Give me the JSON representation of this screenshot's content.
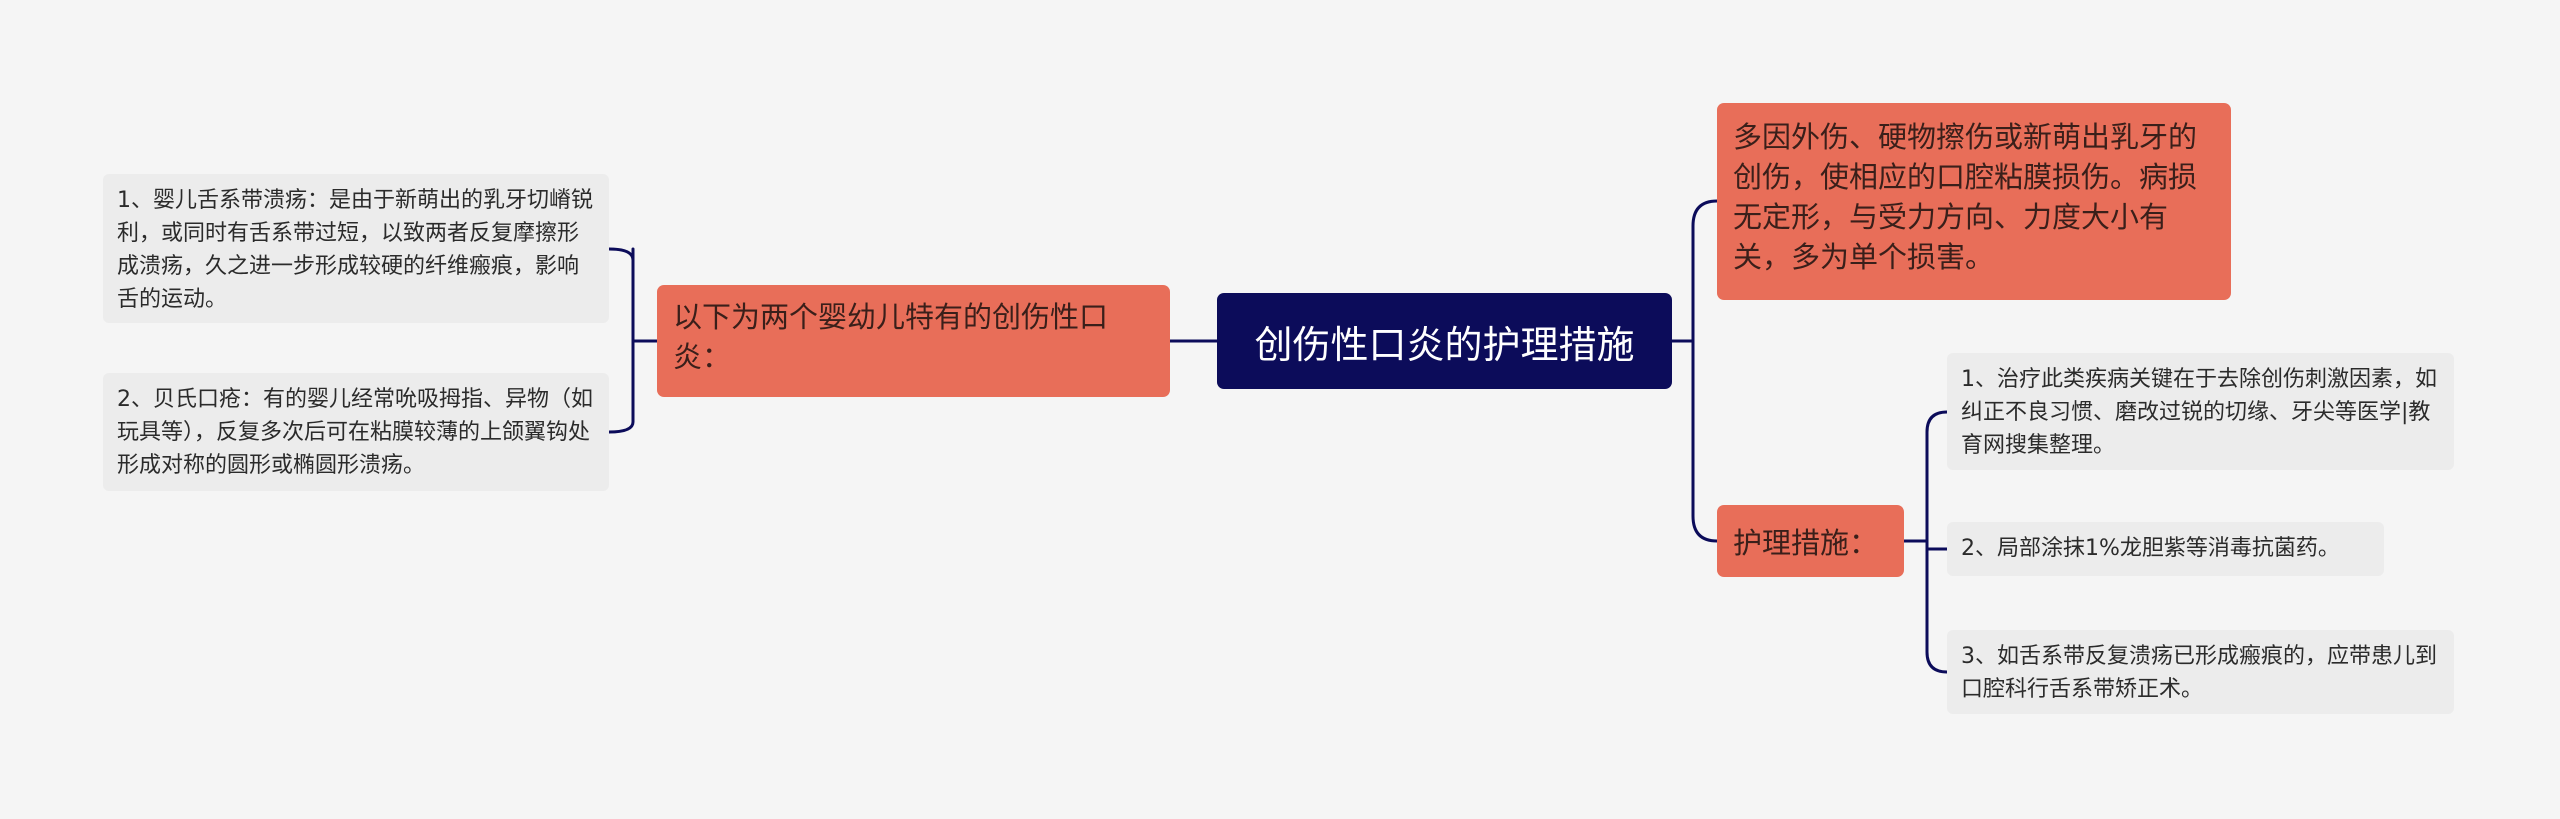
{
  "root": {
    "label": "创伤性口炎的护理措施"
  },
  "left": {
    "main": {
      "label": "以下为两个婴幼儿特有的创伤性口炎："
    },
    "leaves": [
      {
        "text": "1、婴儿舌系带溃疡：是由于新萌出的乳牙切嵴锐利，或同时有舌系带过短，以致两者反复摩擦形成溃疡，久之进一步形成较硬的纤维瘢痕，影响舌的运动。"
      },
      {
        "text": "2、贝氏口疮：有的婴儿经常吮吸拇指、异物（如玩具等），反复多次后可在粘膜较薄的上颌翼钩处形成对称的圆形或椭圆形溃疡。"
      }
    ]
  },
  "right": {
    "description": {
      "label": "多因外伤、硬物擦伤或新萌出乳牙的创伤，使相应的口腔粘膜损伤。病损无定形，与受力方向、力度大小有关，多为单个损害。"
    },
    "nursing": {
      "label": "护理措施：",
      "leaves": [
        {
          "text": "1、治疗此类疾病关键在于去除创伤刺激因素，如纠正不良习惯、磨改过锐的切缘、牙尖等医学|教育网搜集整理。"
        },
        {
          "text": "2、局部涂抹1%龙胆紫等消毒抗菌药。"
        },
        {
          "text": "3、如舌系带反复溃疡已形成瘢痕的，应带患儿到口腔科行舌系带矫正术。"
        }
      ]
    }
  },
  "colors": {
    "background": "#f5f5f5",
    "root": "#0c0c5a",
    "branch": "#e86e59",
    "leaf": "#ececec",
    "connector": "#0c0c5a"
  }
}
